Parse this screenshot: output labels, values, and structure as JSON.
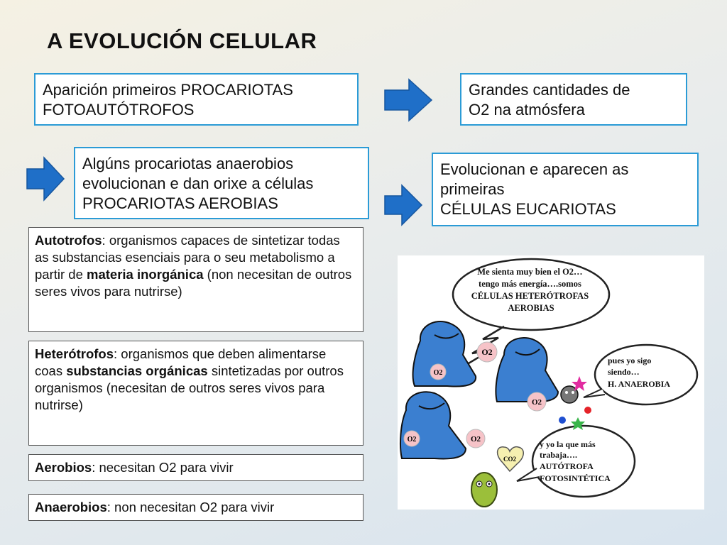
{
  "title": "A  EVOLUCIÓN CELULAR",
  "flow": {
    "box1": [
      "Aparición  primeiros PROCARIOTAS",
      "FOTOAUTÓTROFOS"
    ],
    "box2": [
      "Grandes cantidades de",
      "O2 na atmósfera"
    ],
    "box3": [
      "Algúns procariotas anaerobios",
      "evolucionan e dan orixe a células",
      "PROCARIOTAS AEROBIAS"
    ],
    "box4": [
      "Evolucionan e aparecen as",
      "primeiras",
      "CÉLULAS EUCARIOTAS"
    ]
  },
  "definitions": {
    "autotrofos": {
      "term": "Autotrofos",
      "text1": ": organismos capaces de sintetizar todas as substancias esenciais para o seu metabolismo a partir de ",
      "bold": "materia inorgánica",
      "text2": " (non necesitan de outros seres vivos para nutrirse)"
    },
    "heterotrofos": {
      "term": "Heterótrofos",
      "text1": ": organismos que deben alimentarse coas ",
      "bold": "substancias orgánicas",
      "text2": " sintetizadas por outros organismos (necesitan de outros seres vivos para nutrirse)"
    },
    "aerobios": {
      "term": "Aerobios",
      "text": ": necesitan O2 para vivir"
    },
    "anaerobios": {
      "term": "Anaerobios",
      "text": ": non necesitan O2 para vivir"
    }
  },
  "cartoon": {
    "bubble_top": [
      "Me sienta muy bien el O2…",
      "tengo más energía….somos",
      "CÉLULAS HETERÓTROFAS",
      "AEROBIAS"
    ],
    "bubble_mid": [
      "pues yo sigo",
      "siendo…",
      "H. ANAEROBIA"
    ],
    "bubble_bottom": [
      "y yo la que más",
      "trabaja….",
      "AUTÓTROFA",
      "FOTOSINTÉTICA"
    ],
    "o2_label": "O2",
    "co2_label": "CO2"
  },
  "colors": {
    "box_border": "#2b9bd6",
    "arrow": "#1f6fc8",
    "blob": "#3b7fd0"
  }
}
